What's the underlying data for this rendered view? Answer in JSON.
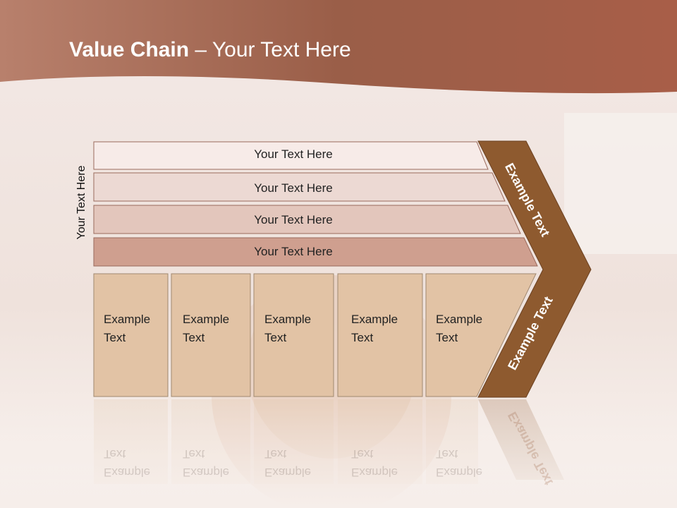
{
  "slide": {
    "title_bold": "Value Chain",
    "title_rest": " – Your Text Here",
    "side_label": "Your Text Here"
  },
  "bars": [
    {
      "label": "Your Text Here"
    },
    {
      "label": "Your Text Here"
    },
    {
      "label": "Your Text Here"
    },
    {
      "label": "Your Text Here"
    }
  ],
  "boxes": [
    {
      "line1": "Example",
      "line2": "Text"
    },
    {
      "line1": "Example",
      "line2": "Text"
    },
    {
      "line1": "Example",
      "line2": "Text"
    },
    {
      "line1": "Example",
      "line2": "Text"
    },
    {
      "line1": "Example",
      "line2": "Text"
    }
  ],
  "chevron": {
    "upper_label": "Example Text",
    "lower_label": "Example Text"
  },
  "colors": {
    "header": "#9a5a45",
    "chevron": "#8e5a2f",
    "box_fill": "#e2c3a5",
    "bar_fills": [
      "#f7e9e6",
      "#ecd6d0",
      "#e2c4ba",
      "#d0a090"
    ]
  }
}
